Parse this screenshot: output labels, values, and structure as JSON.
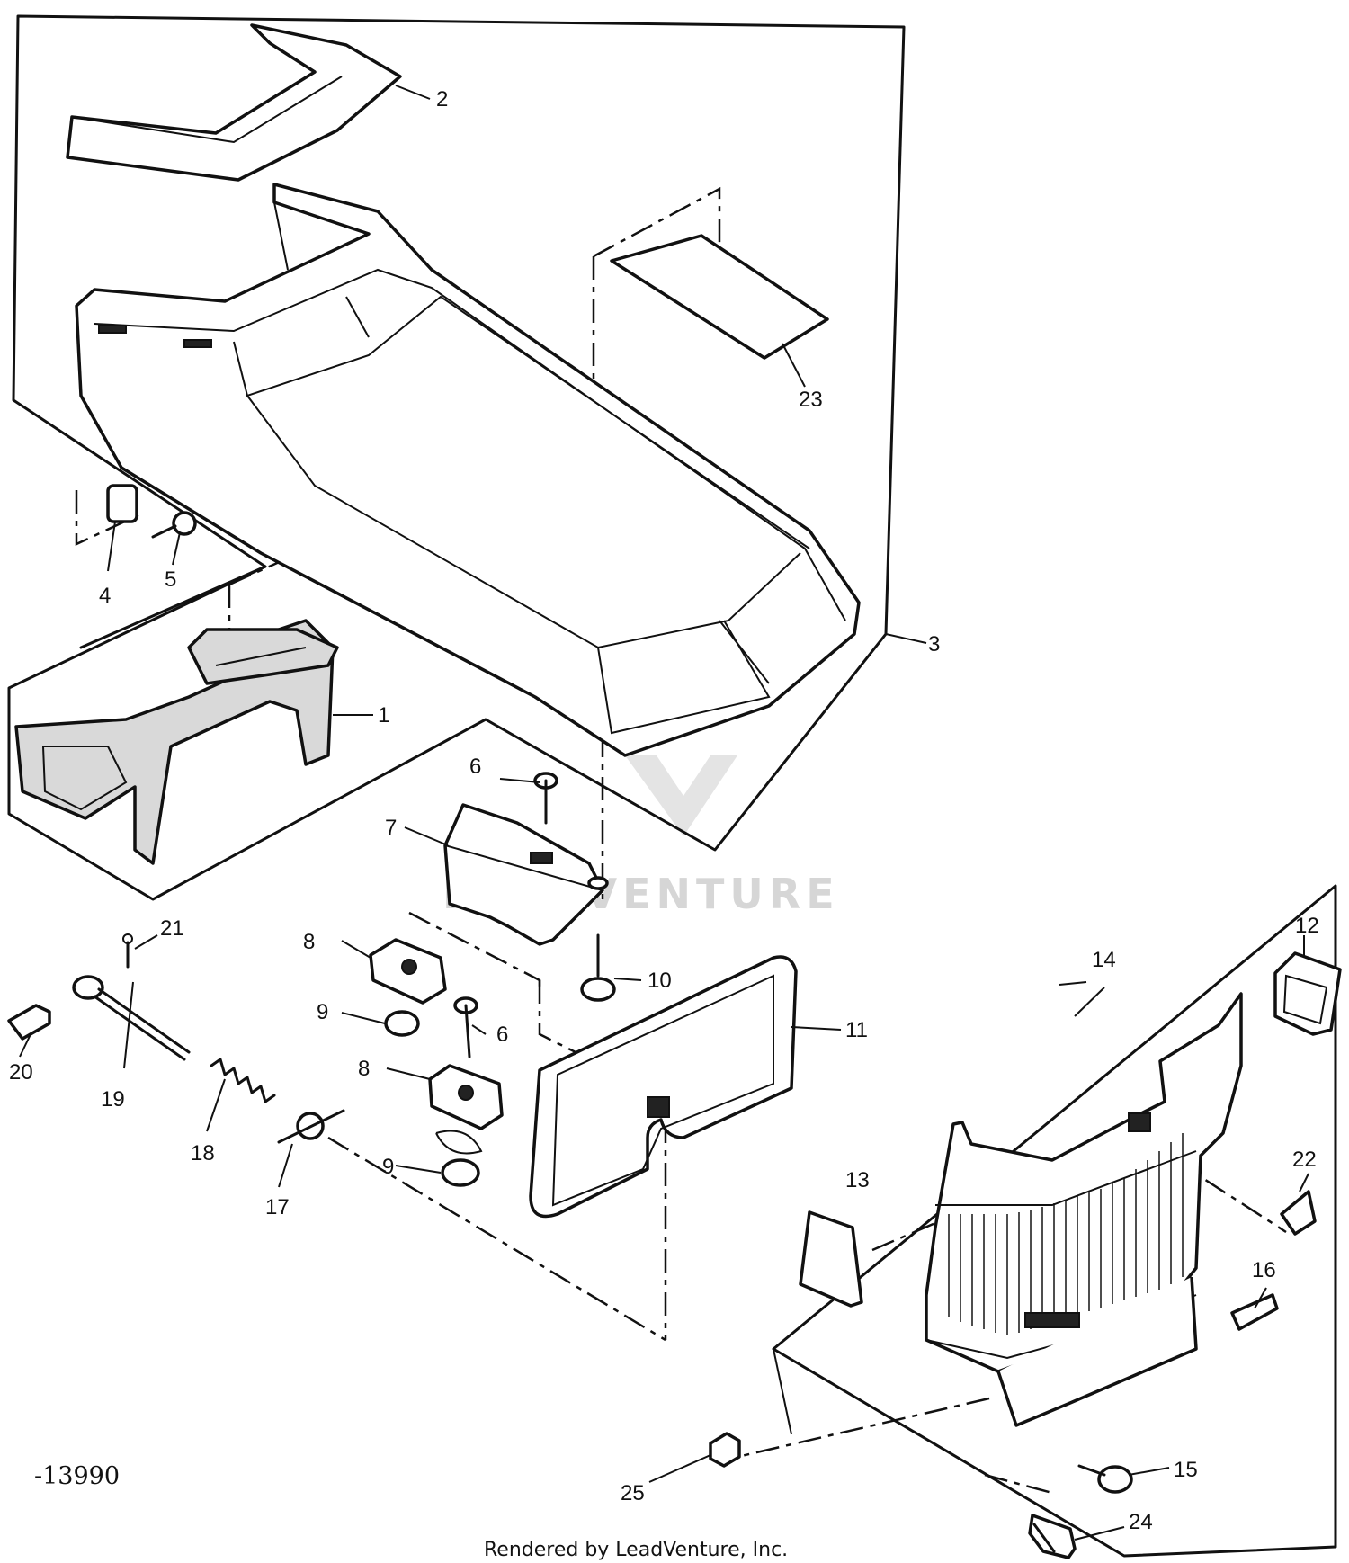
{
  "callouts": [
    {
      "id": "1",
      "label": "1"
    },
    {
      "id": "2",
      "label": "2"
    },
    {
      "id": "3",
      "label": "3"
    },
    {
      "id": "4",
      "label": "4"
    },
    {
      "id": "5",
      "label": "5"
    },
    {
      "id": "6a",
      "label": "6"
    },
    {
      "id": "6b",
      "label": "6"
    },
    {
      "id": "7",
      "label": "7"
    },
    {
      "id": "8a",
      "label": "8"
    },
    {
      "id": "8b",
      "label": "8"
    },
    {
      "id": "9a",
      "label": "9"
    },
    {
      "id": "9b",
      "label": "9"
    },
    {
      "id": "10",
      "label": "10"
    },
    {
      "id": "11",
      "label": "11"
    },
    {
      "id": "12",
      "label": "12"
    },
    {
      "id": "13",
      "label": "13"
    },
    {
      "id": "14",
      "label": "14"
    },
    {
      "id": "15",
      "label": "15"
    },
    {
      "id": "16",
      "label": "16"
    },
    {
      "id": "17",
      "label": "17"
    },
    {
      "id": "18",
      "label": "18"
    },
    {
      "id": "19",
      "label": "19"
    },
    {
      "id": "20",
      "label": "20"
    },
    {
      "id": "21",
      "label": "21"
    },
    {
      "id": "22",
      "label": "22"
    },
    {
      "id": "23",
      "label": "23"
    },
    {
      "id": "24",
      "label": "24"
    },
    {
      "id": "25",
      "label": "25"
    }
  ],
  "drawing_code": "-13990",
  "credit": "Rendered by LeadVenture, Inc.",
  "watermark": "LEADVENTURE"
}
